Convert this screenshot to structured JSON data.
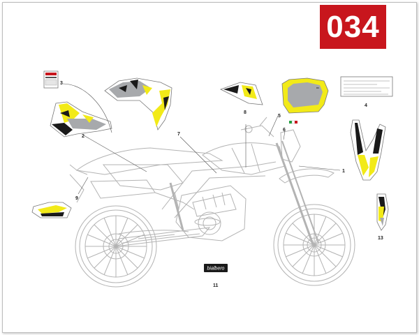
{
  "badge": {
    "code": "034",
    "color": "#c8161d"
  },
  "callouts": [
    {
      "id": "1",
      "text": "1"
    },
    {
      "id": "2",
      "text": "2"
    },
    {
      "id": "3",
      "text": "3"
    },
    {
      "id": "4",
      "text": "4"
    },
    {
      "id": "5",
      "text": "5"
    },
    {
      "id": "6",
      "text": "6"
    },
    {
      "id": "7",
      "text": "7"
    },
    {
      "id": "8",
      "text": "8"
    },
    {
      "id": "9",
      "text": "9"
    },
    {
      "id": "11",
      "text": "11"
    },
    {
      "id": "13",
      "text": "13"
    }
  ],
  "sticker_11_text": "bialbero",
  "colors": {
    "accent_yellow": "#f2ea18",
    "graphic_gray": "#a7a9ac",
    "graphic_black": "#1a1a1a",
    "line": "#b0b0b0"
  }
}
